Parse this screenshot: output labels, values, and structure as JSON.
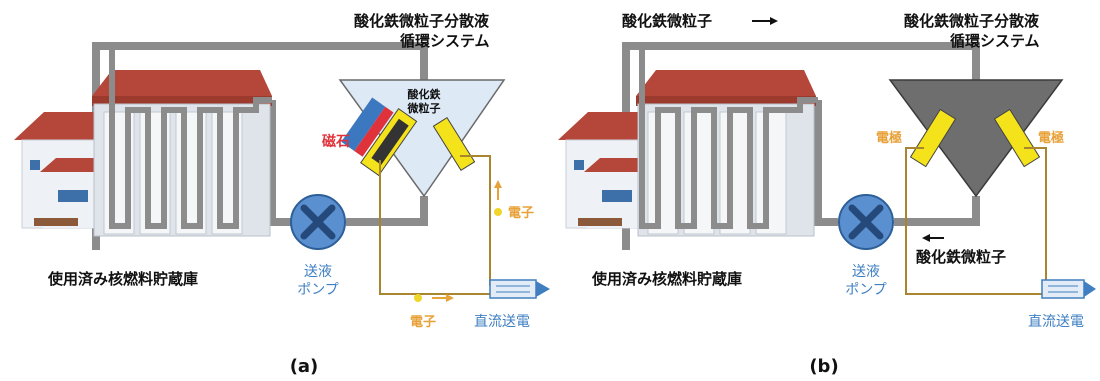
{
  "panels": [
    {
      "id": "a",
      "caption": "(a)",
      "facility_label": "使用済み核燃料貯蔵庫",
      "system_title_line1": "酸化鉄微粒子分散液",
      "system_title_line2": "循環システム",
      "pump_label_line1": "送液",
      "pump_label_line2": "ポンプ",
      "output_label": "直流送電",
      "magnet_label": "磁石",
      "particle_label_line1": "酸化鉄",
      "particle_label_line2": "微粒子",
      "electron_label_1": "電子",
      "electron_label_2": "電子",
      "tank_color": "#dde9f5",
      "tank_state": "light"
    },
    {
      "id": "b",
      "caption": "(b)",
      "facility_label": "使用済み核燃料貯蔵庫",
      "system_title_line1": "酸化鉄微粒子分散液",
      "system_title_line2": "循環システム",
      "pump_label_line1": "送液",
      "pump_label_line2": "ポンプ",
      "output_label": "直流送電",
      "flow_label_top": "酸化鉄微粒子",
      "flow_label_bottom": "酸化鉄微粒子",
      "electrode_label_left": "電極",
      "electrode_label_right": "電極",
      "tank_color": "#6e6e6e",
      "tank_state": "dark"
    }
  ],
  "colors": {
    "pipe": "#8c8c8c",
    "roof": "#b5473a",
    "wire": "#a8862f",
    "electrode": "#f4e21a",
    "orange_text": "#e8a23a",
    "blue_text": "#3f7fc1",
    "magnet_red": "#e0323a",
    "magnet_blue": "#3b78c0",
    "pump": "#5a8fd0"
  }
}
